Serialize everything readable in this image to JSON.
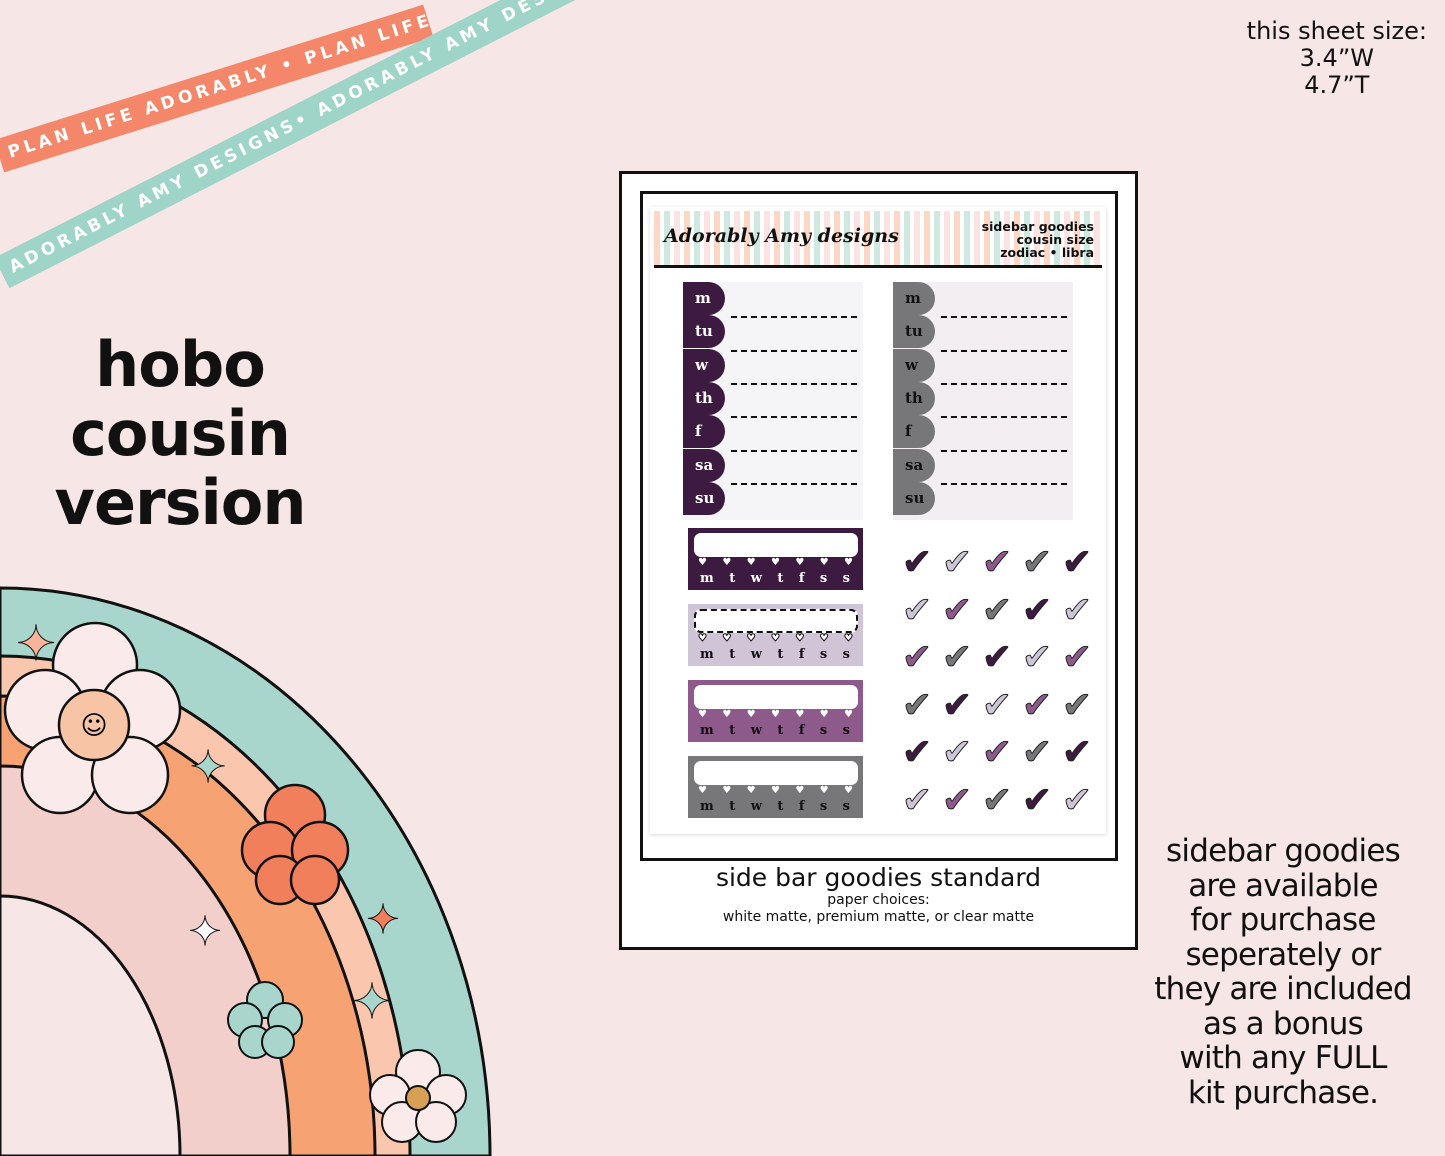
{
  "ribbons": {
    "orange_text": "PLAN LIFE ADORABLY • PLAN LIFE ADORABLY • PLAN LIFE ADORABLY",
    "teal_text": "ADORABLY AMY DESIGNS• ADORABLY AMY DESIGNS• ADORABLY AMY DESIGNS•",
    "orange_color": "#f4876a",
    "teal_color": "#9fd4c8"
  },
  "size_info": {
    "label": "this sheet size:",
    "width": "3.4”W",
    "height": "4.7”T"
  },
  "version_title": [
    "hobo",
    "cousin",
    "version"
  ],
  "sheet": {
    "logo": "Adorably Amy designs",
    "header_lines": [
      "sidebar goodies",
      "cousin size",
      "zodiac • libra"
    ],
    "weekly_days": [
      "m",
      "tu",
      "w",
      "th",
      "f",
      "sa",
      "su"
    ],
    "box_days": [
      "m",
      "t",
      "w",
      "t",
      "f",
      "s",
      "s"
    ],
    "colors": {
      "dark": "#3d1a3f",
      "light": "#d0c5d6",
      "mauve": "#8e5a8c",
      "gray": "#77777a"
    },
    "check_colors": [
      [
        "dark",
        "light",
        "mauve",
        "gray",
        "dark"
      ],
      [
        "light",
        "mauve",
        "gray",
        "dark",
        "light"
      ],
      [
        "mauve",
        "gray",
        "dark",
        "light",
        "mauve"
      ],
      [
        "gray",
        "dark",
        "light",
        "mauve",
        "gray"
      ],
      [
        "dark",
        "light",
        "mauve",
        "gray",
        "dark"
      ],
      [
        "light",
        "mauve",
        "gray",
        "dark",
        "light"
      ]
    ],
    "caption_title": "side bar goodies standard",
    "caption_sub1": "paper choices:",
    "caption_sub2": "white matte, premium matte, or clear matte"
  },
  "bonus_text": [
    "sidebar goodies",
    "are available",
    "for purchase",
    "seperately or",
    "they are included",
    "as a bonus",
    "with any FULL",
    "kit purchase."
  ]
}
